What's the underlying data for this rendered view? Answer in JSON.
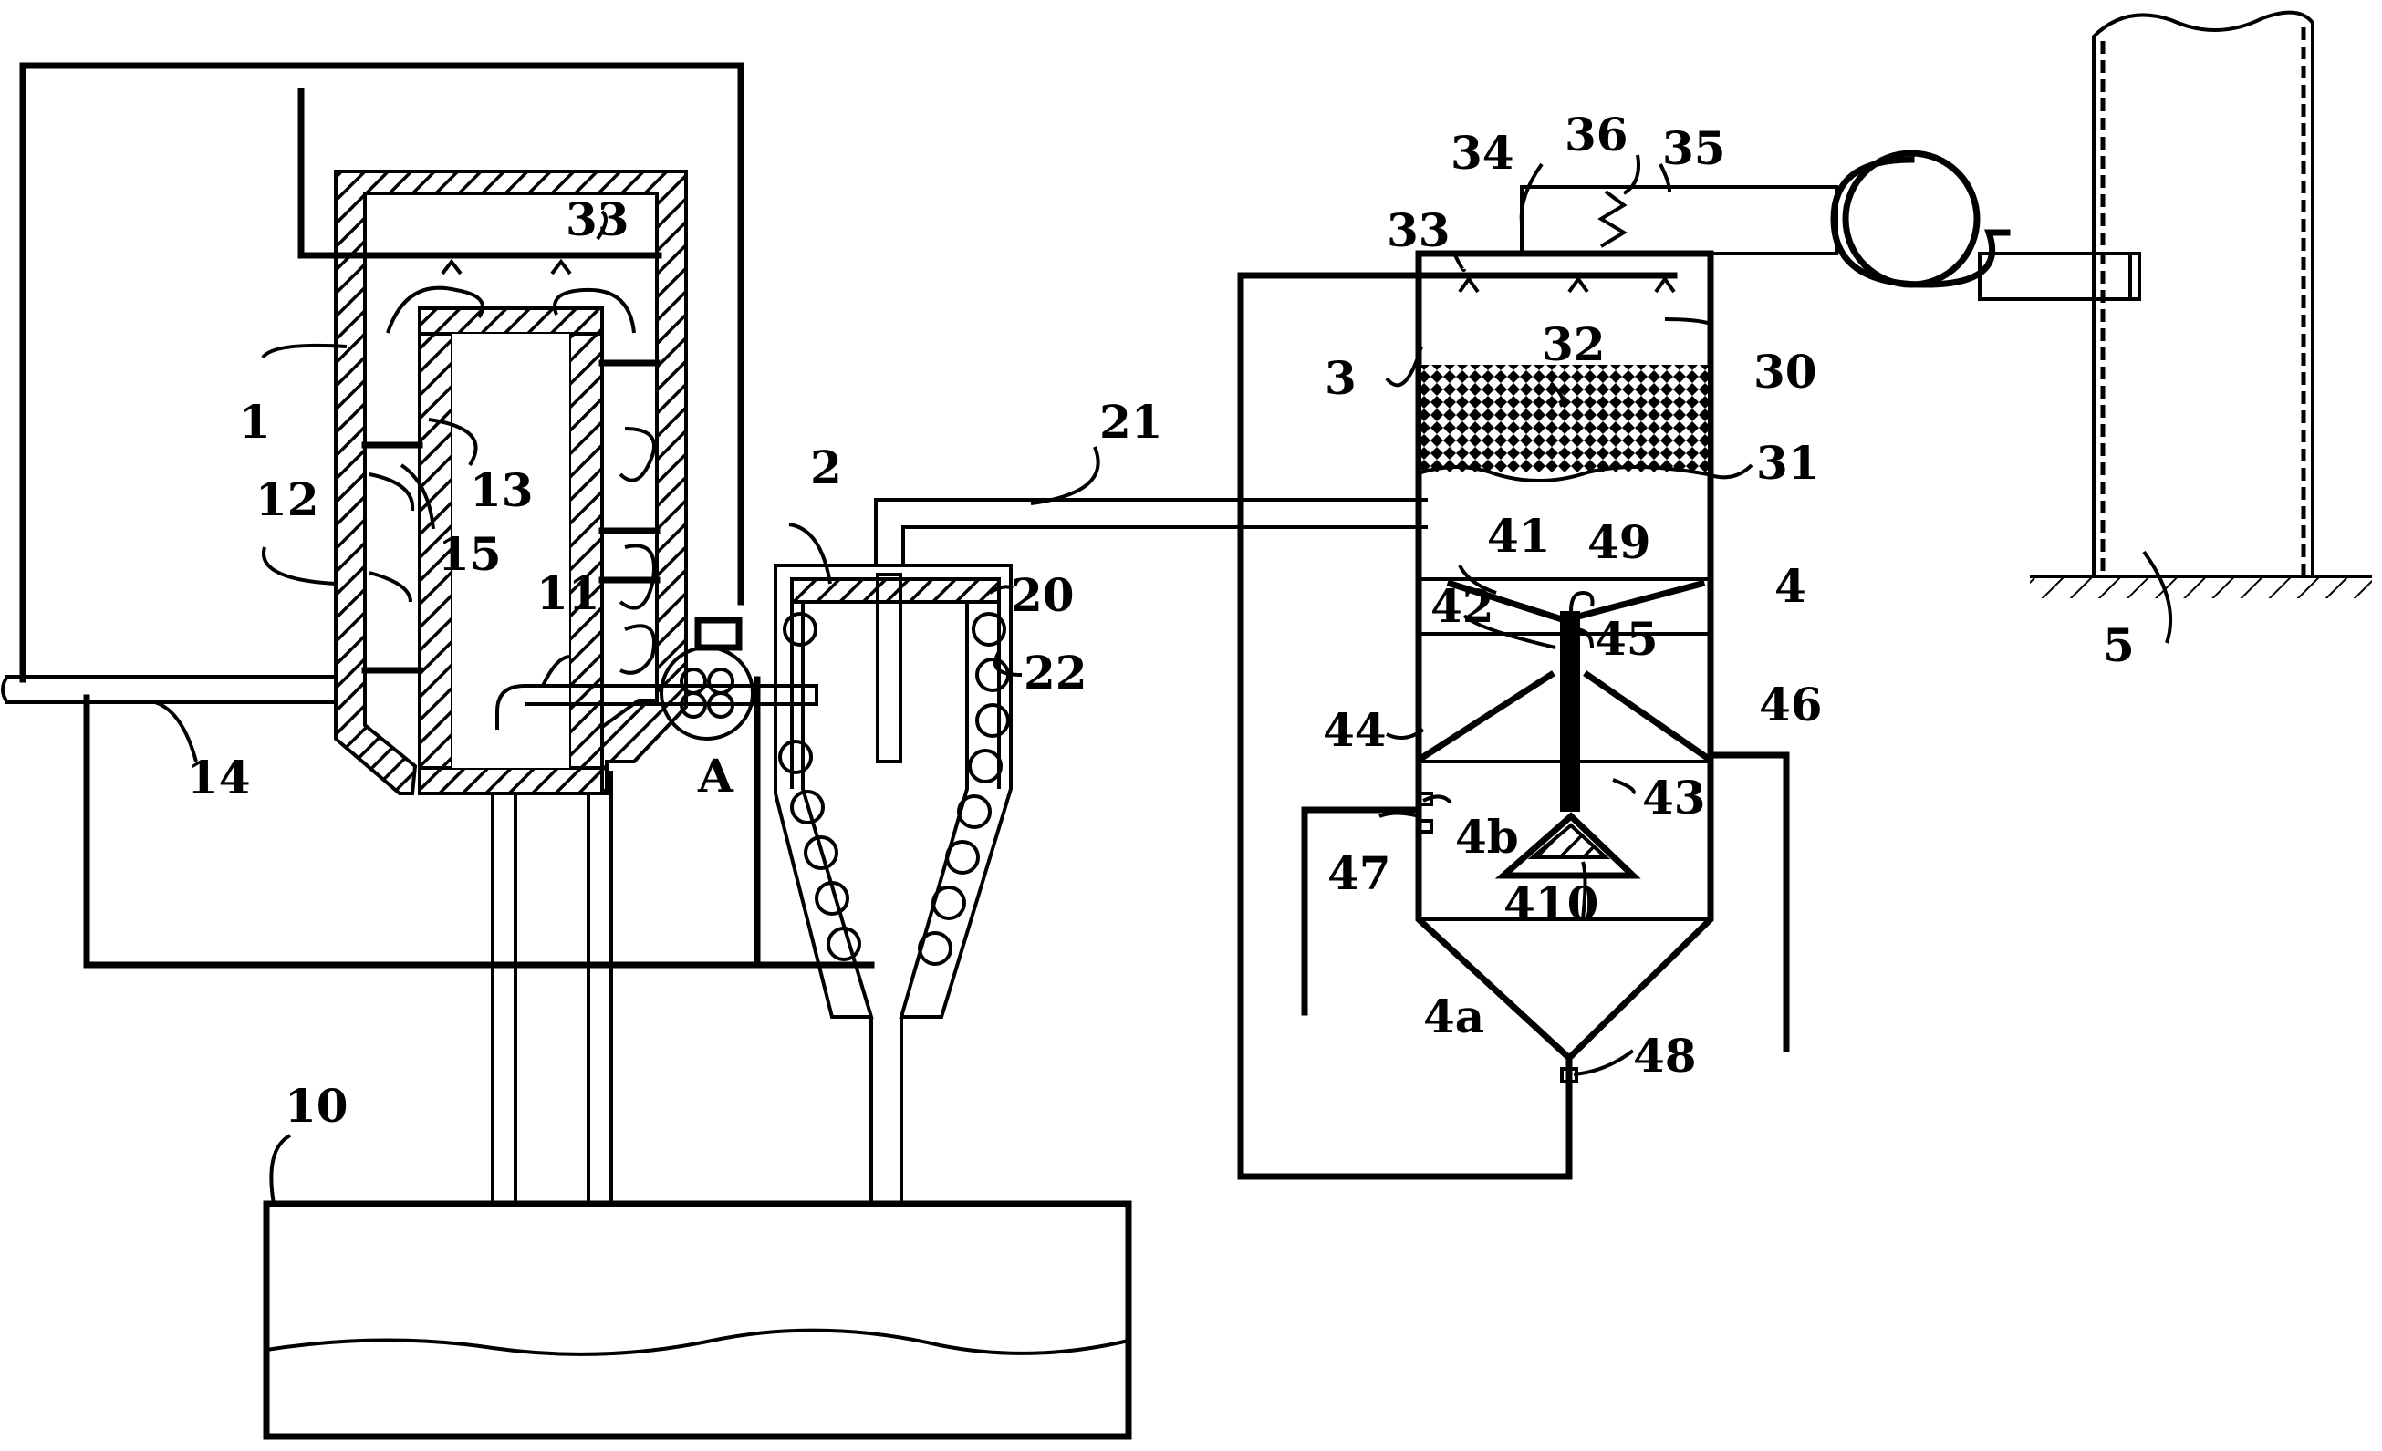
{
  "labels": {
    "l1": "1",
    "l2": "2",
    "l3": "3",
    "l4": "4",
    "l5": "5",
    "l10": "10",
    "l11": "11",
    "l12": "12",
    "l13": "13",
    "l14": "14",
    "l15": "15",
    "l20": "20",
    "l21": "21",
    "l22": "22",
    "l30": "30",
    "l31": "31",
    "l32": "32",
    "l33a": "33",
    "l33b": "33",
    "l34": "34",
    "l35": "35",
    "l36": "36",
    "l41": "41",
    "l42": "42",
    "l43": "43",
    "l44": "44",
    "l45": "45",
    "l46": "46",
    "l47": "47",
    "l48": "48",
    "l49": "49",
    "l410": "410",
    "l4a": "4a",
    "l4b": "4b",
    "lA": "A"
  },
  "colors": {
    "line": "#000000",
    "background": "#ffffff"
  }
}
